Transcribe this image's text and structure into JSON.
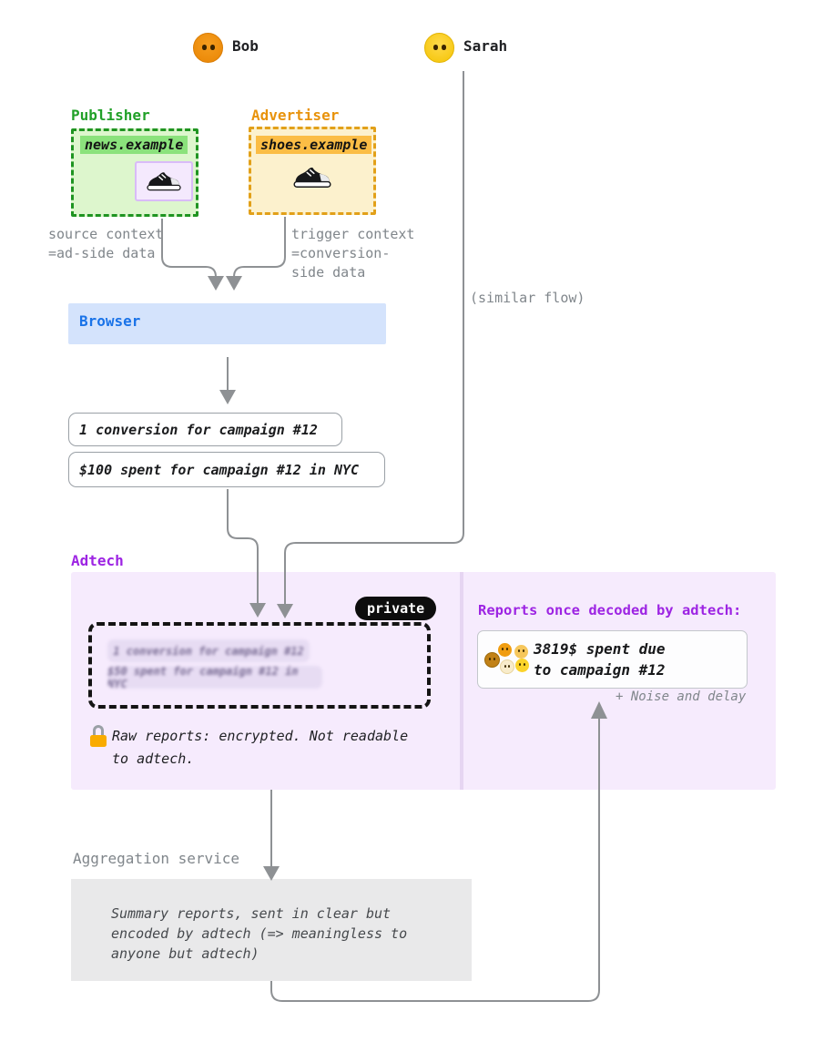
{
  "colors": {
    "publisher_green": "#21a028",
    "publisher_bg": "#ddf6cd",
    "site_highlight_green": "#8be27c",
    "advertiser_orange": "#e8930c",
    "advertiser_bg": "#fcf1cd",
    "site_highlight_orange": "#fbbd45",
    "browser_blue": "#1a73e8",
    "browser_bg": "#d4e3fc",
    "adtech_purple": "#9d24e3",
    "adtech_bg": "#f6ebfd",
    "private_badge_bg": "#0d0d0d",
    "aggregation_bg": "#e9e9ea",
    "annotation_gray": "#80868b",
    "arrow_gray": "#8e9194",
    "lock_body_orange": "#f9ab00"
  },
  "people": {
    "bob": "Bob",
    "sarah": "Sarah"
  },
  "publisher": {
    "label": "Publisher",
    "site": "news.example"
  },
  "advertiser": {
    "label": "Advertiser",
    "site": "shoes.example"
  },
  "notes": {
    "source_context": "source context\n=ad-side data",
    "trigger_context": "trigger context\n=conversion-\nside data",
    "similar_flow": "(similar flow)"
  },
  "browser": {
    "label": "Browser"
  },
  "browser_reports": {
    "conversion": "1 conversion for campaign #12",
    "spend": "$100 spent for campaign #12 in NYC"
  },
  "adtech": {
    "label": "Adtech",
    "private_badge": "private",
    "encrypted_reports": [
      "1 conversion for campaign #12",
      "$50 spent for campaign #12 in NYC"
    ],
    "raw_note": "Raw reports: encrypted. Not readable\nto adtech.",
    "decoded_heading": "Reports once decoded by adtech:",
    "decoded_report": "3819$ spent due\nto campaign #12",
    "noise_note": "+ Noise and delay"
  },
  "aggregation": {
    "label": "Aggregation service",
    "summary": "Summary reports, sent in clear but\nencoded by adtech (=> meaningless to\nanyone but adtech)"
  }
}
